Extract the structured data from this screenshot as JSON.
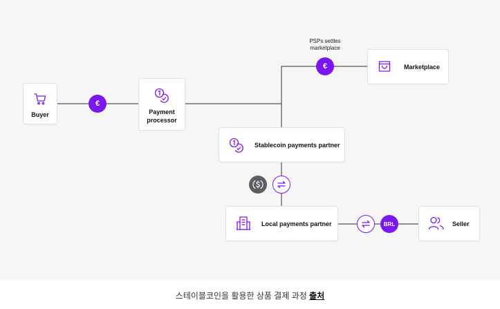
{
  "nodes": {
    "buyer": "Buyer",
    "payment_processor": "Payment processor",
    "marketplace": "Marketplace",
    "stablecoin_partner": "Stablecoin payments partner",
    "local_partner": "Local payments partner",
    "seller": "Seller"
  },
  "badges": {
    "euro_buyer": "€",
    "euro_marketplace": "€",
    "brl": "BRL"
  },
  "annotations": {
    "psp_settles": "PSPs settles marketplace"
  },
  "caption": {
    "text": "스테이블코인을 활용한 상품 결제 과정 ",
    "link": "출처"
  },
  "colors": {
    "accent": "#7a16ee",
    "grey_badge": "#5d5d62",
    "background": "#f6f6f6"
  }
}
